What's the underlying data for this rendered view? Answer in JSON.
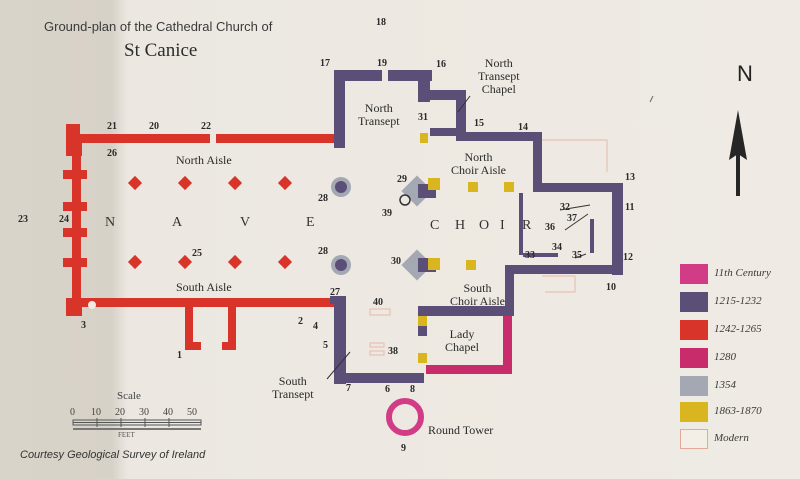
{
  "title_line1": "Ground-plan of the Cathedral Church of",
  "title_line2": "St Canice",
  "north_label": "N",
  "labels": {
    "north_aisle": "North Aisle",
    "south_aisle": "South Aisle",
    "nave": [
      "N",
      "A",
      "V",
      "E"
    ],
    "choir": [
      "C",
      "H",
      "O",
      "I",
      "R"
    ],
    "north_transept": [
      "North",
      "Transept"
    ],
    "north_transept_chapel": [
      "North",
      "Transept",
      "Chapel"
    ],
    "north_choir_aisle": [
      "North",
      "Choir Aisle"
    ],
    "south_choir_aisle": [
      "South",
      "Choir Aisle"
    ],
    "lady_chapel": [
      "Lady",
      "Chapel"
    ],
    "south_transept": [
      "South",
      "Transept"
    ],
    "round_tower": "Round Tower"
  },
  "numbers": [
    "1",
    "2",
    "3",
    "4",
    "5",
    "6",
    "7",
    "8",
    "9",
    "10",
    "11",
    "12",
    "13",
    "14",
    "15",
    "16",
    "17",
    "18",
    "19",
    "20",
    "21",
    "22",
    "23",
    "24",
    "25",
    "26",
    "27",
    "28",
    "28",
    "29",
    "30",
    "31",
    "32",
    "33",
    "34",
    "35",
    "36",
    "37",
    "38",
    "39",
    "40"
  ],
  "legend": [
    {
      "label": "11th Century",
      "color": "#d23c86"
    },
    {
      "label": "1215-1232",
      "color": "#5b4f78"
    },
    {
      "label": "1242-1265",
      "color": "#d8342a"
    },
    {
      "label": "1280",
      "color": "#c82c6a"
    },
    {
      "label": "1354",
      "color": "#a4a8b3"
    },
    {
      "label": "1863-1870",
      "color": "#d9b51f"
    },
    {
      "label": "Modern",
      "color": "#f3eee6"
    }
  ],
  "scale": {
    "title": "Scale",
    "ticks": [
      "0",
      "10",
      "20",
      "30",
      "40",
      "50"
    ],
    "unit": "FEET"
  },
  "credit": "Courtesy Geological Survey of Ireland"
}
